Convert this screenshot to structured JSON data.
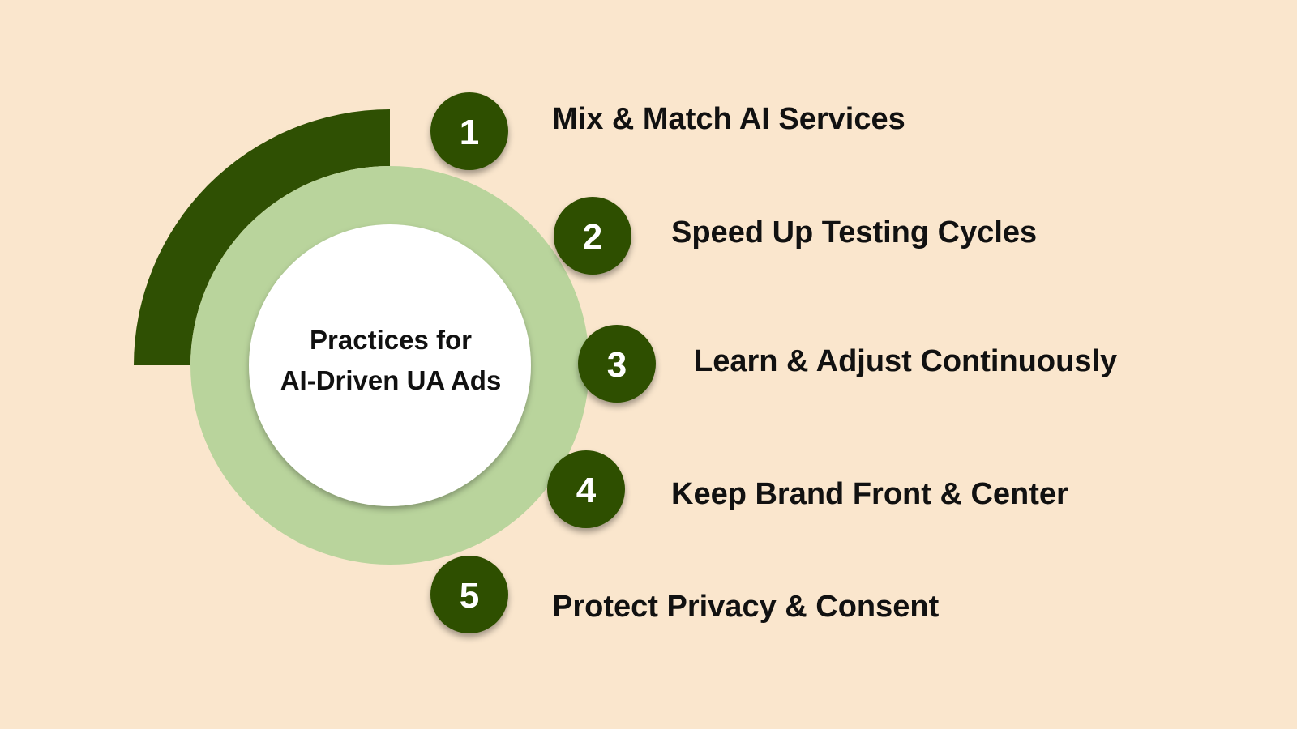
{
  "center": {
    "line1": "Practices for",
    "line2": "AI-Driven UA Ads"
  },
  "items": [
    {
      "number": "1",
      "label": "Mix & Match AI Services"
    },
    {
      "number": "2",
      "label": "Speed Up Testing Cycles"
    },
    {
      "number": "3",
      "label": "Learn & Adjust Continuously"
    },
    {
      "number": "4",
      "label": "Keep Brand Front & Center"
    },
    {
      "number": "5",
      "label": "Protect Privacy & Consent"
    }
  ],
  "colors": {
    "background": "#fae6cd",
    "dark_green": "#2f5003",
    "light_green": "#b9d49c",
    "white": "#ffffff",
    "text": "#111111"
  }
}
